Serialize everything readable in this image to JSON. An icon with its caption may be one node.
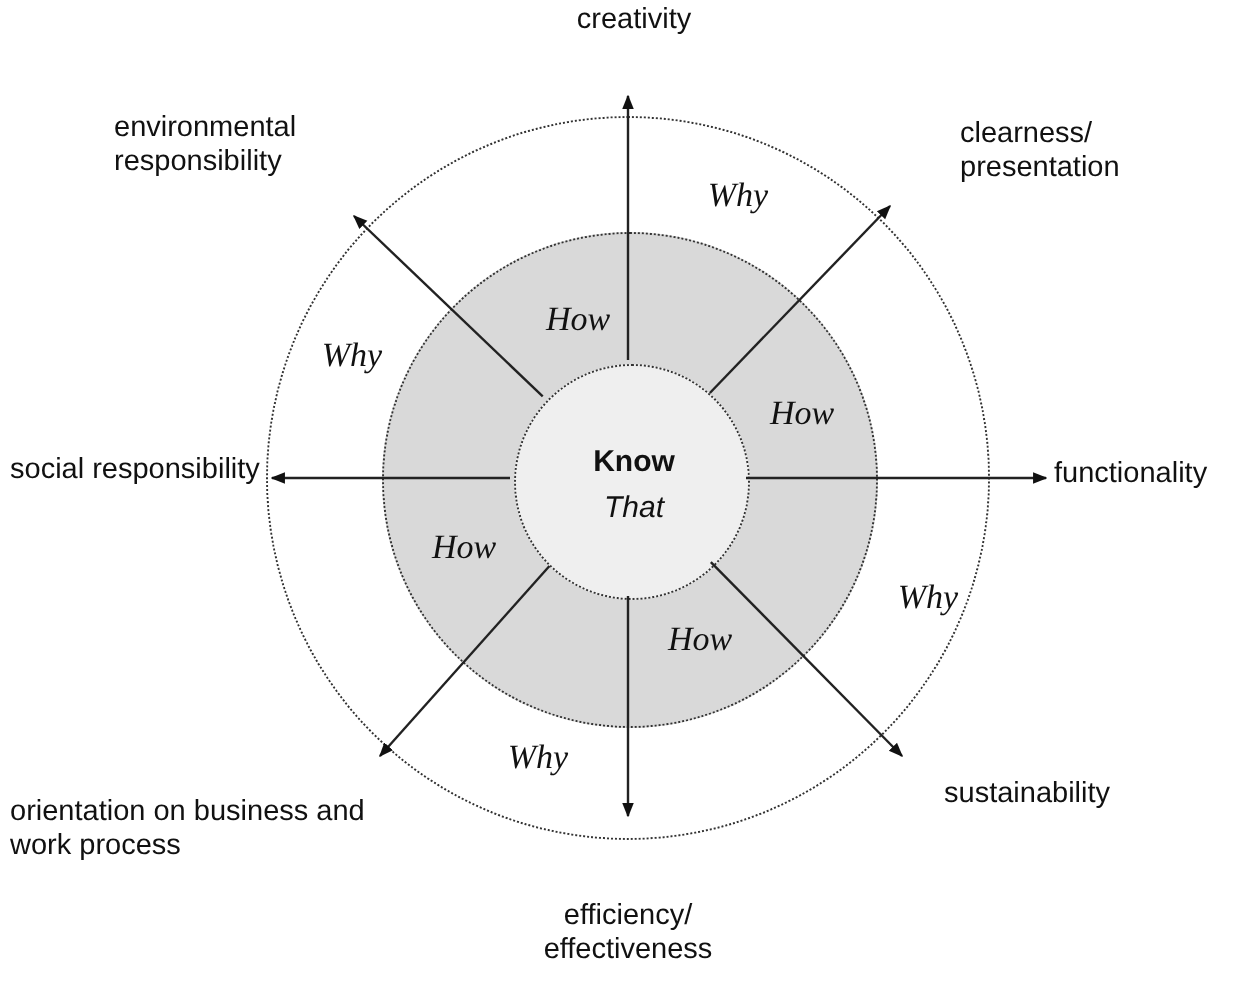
{
  "diagram": {
    "nodes": [
      {
        "text": [
          "Why",
          "Why",
          "Why",
          "Why"
        ]
      },
      {
        "text": [
          "How",
          "How",
          "How",
          "How"
        ],
        "in": 0
      },
      {
        "text": [
          "Know",
          "That"
        ],
        "in": 1
      },
      {
        "text": [
          "creativity"
        ]
      },
      {
        "text": [
          "environmental responsibility"
        ]
      },
      {
        "text": [
          "clearness/ presentation"
        ]
      },
      {
        "text": [
          "social responsibility"
        ]
      },
      {
        "text": [
          "functionality"
        ]
      },
      {
        "text": [
          "orientation on business and work process"
        ]
      },
      {
        "text": [
          "sustainability"
        ]
      },
      {
        "text": [
          "efficiency/ effectiveness"
        ]
      }
    ],
    "edges": [
      {
        "from": 2,
        "to": 3,
        "arrow": "to"
      },
      {
        "from": 2,
        "to": 4,
        "arrow": "to"
      },
      {
        "from": 2,
        "to": 5,
        "arrow": "to"
      },
      {
        "from": 2,
        "to": 6,
        "arrow": "to"
      },
      {
        "from": 2,
        "to": 7,
        "arrow": "to"
      },
      {
        "from": 2,
        "to": 8,
        "arrow": "to"
      },
      {
        "from": 2,
        "to": 9,
        "arrow": "to"
      },
      {
        "from": 2,
        "to": 10,
        "arrow": "to"
      }
    ]
  }
}
